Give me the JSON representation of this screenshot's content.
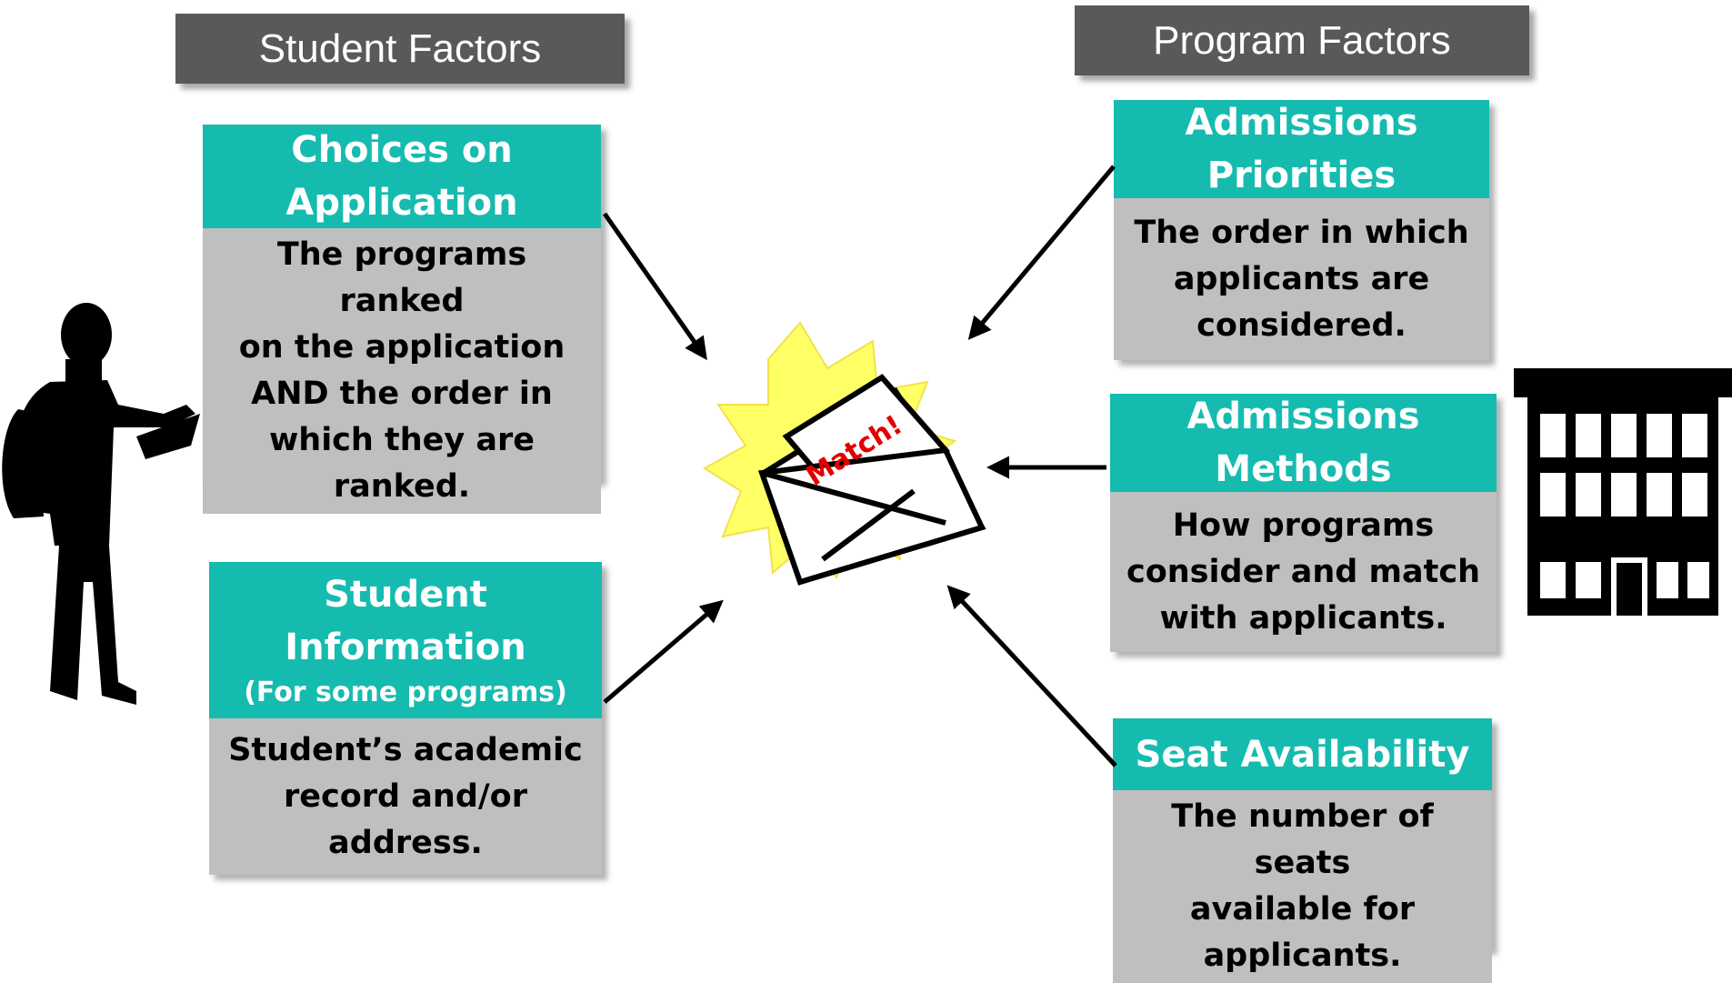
{
  "headers": {
    "student": "Student Factors",
    "program": "Program Factors"
  },
  "student_cards": {
    "choices": {
      "title_line1": "Choices on",
      "title_line2": "Application",
      "body": [
        "The programs ranked",
        "on the application",
        "AND the order in",
        "which they are",
        "ranked."
      ]
    },
    "info": {
      "title_line1": "Student",
      "title_line2": "Information",
      "subtitle": "(For some programs)",
      "body": [
        "Student’s academic",
        "record and/or",
        "address."
      ]
    }
  },
  "program_cards": {
    "priorities": {
      "title_line1": "Admissions",
      "title_line2": "Priorities",
      "body": [
        "The order in which",
        "applicants are",
        "considered."
      ]
    },
    "methods": {
      "title_line1": "Admissions",
      "title_line2": "Methods",
      "body": [
        "How programs",
        "consider and match",
        "with applicants."
      ]
    },
    "seats": {
      "title": "Seat Availability",
      "body": [
        "The number of seats",
        "available for",
        "applicants."
      ]
    }
  },
  "center": {
    "match_label": "Match!"
  },
  "icons": {
    "student": "student-reading-silhouette-icon",
    "building": "building-icon",
    "envelope": "match-envelope-icon"
  },
  "colors": {
    "header_bg": "#595959",
    "card_title_bg": "#16bbb0",
    "card_body_bg": "#bfbfbf",
    "burst": "#ffff66",
    "match_text": "#e00000"
  }
}
